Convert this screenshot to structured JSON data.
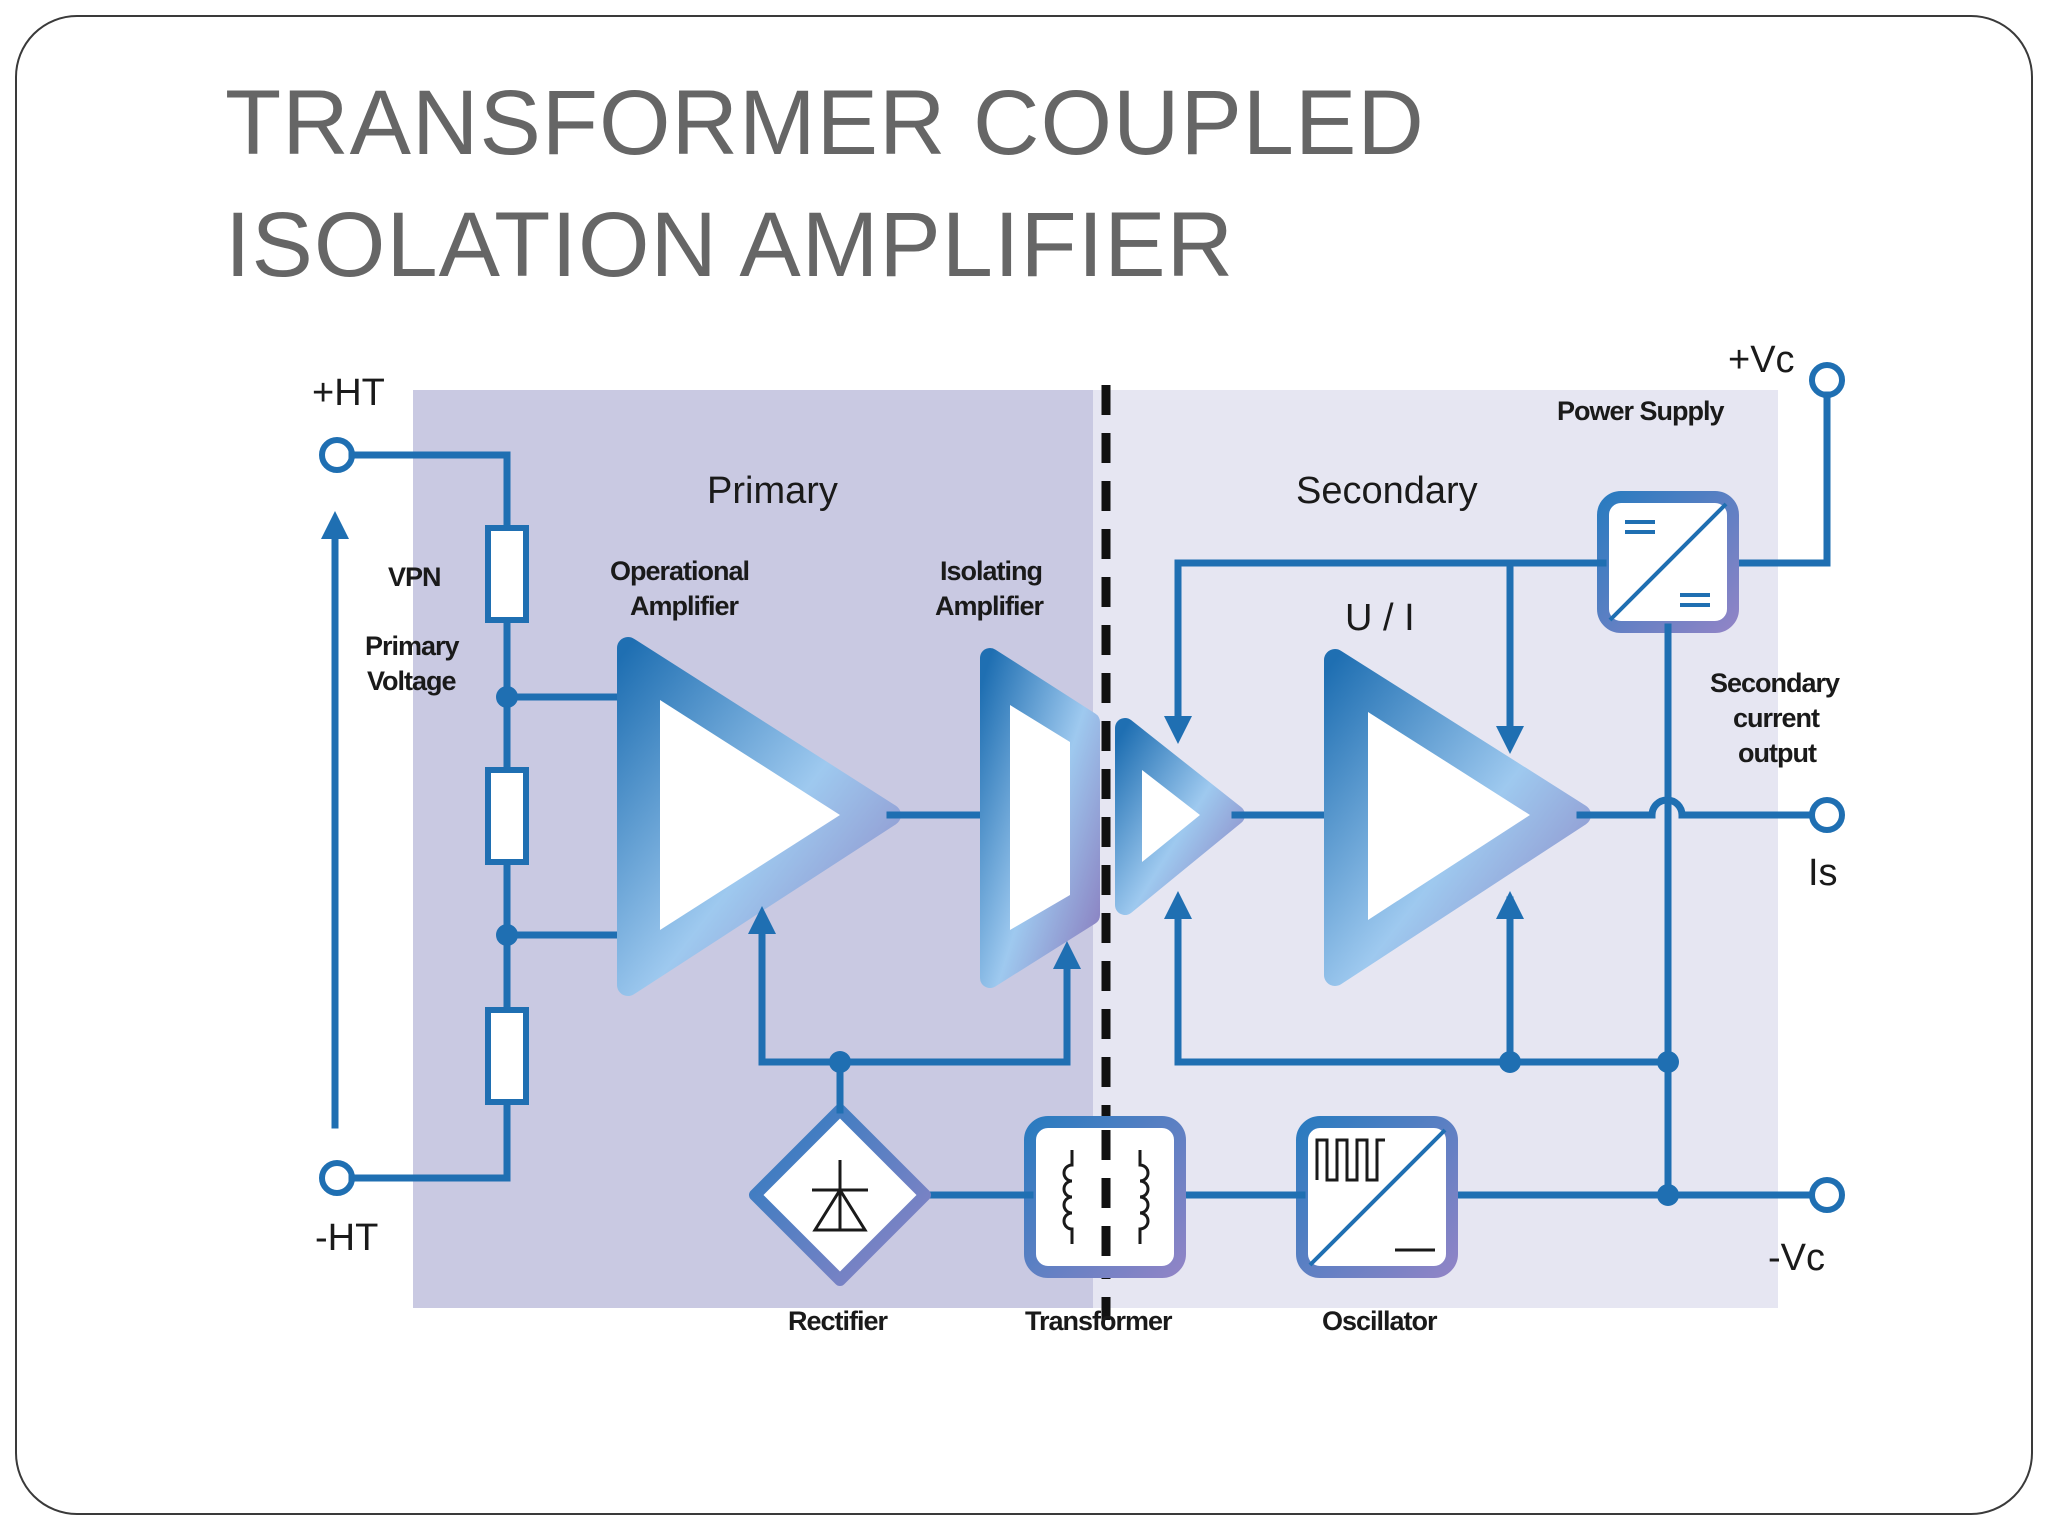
{
  "title": {
    "line1": "TRANSFORMER COUPLED",
    "line2": "ISOLATION AMPLIFIER"
  },
  "diagram": {
    "terminals": {
      "plus_ht": "+HT",
      "minus_ht": "-HT",
      "plus_vc": "+Vc",
      "minus_vc": "-Vc",
      "is": "Is"
    },
    "regions": {
      "primary": "Primary",
      "secondary": "Secondary"
    },
    "labels": {
      "vpn": "VPN",
      "primary_voltage_line1": "Primary",
      "primary_voltage_line2": "Voltage",
      "operational_amplifier_line1": "Operational",
      "operational_amplifier_line2": "Amplifier",
      "isolating_amplifier_line1": "Isolating",
      "isolating_amplifier_line2": "Amplifier",
      "ui": "U / I",
      "power_supply": "Power Supply",
      "secondary_current_line1": "Secondary",
      "secondary_current_line2": "current",
      "secondary_current_line3": "output",
      "rectifier": "Rectifier",
      "transformer": "Transformer",
      "oscillator": "Oscillator"
    },
    "colors": {
      "wire": "#1f6fb2",
      "primary_region": "#c9c9e2",
      "secondary_region": "#e6e6f2"
    }
  }
}
